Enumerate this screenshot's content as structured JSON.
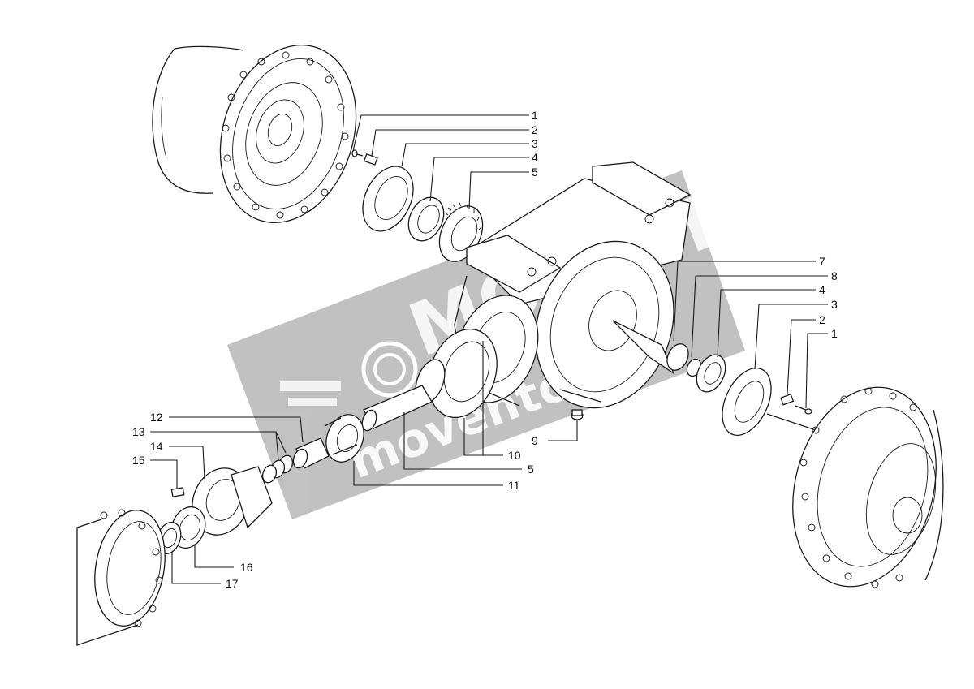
{
  "diagram": {
    "callouts_top_left": [
      "1",
      "2",
      "3",
      "4",
      "5"
    ],
    "callouts_right": [
      "7",
      "8",
      "4",
      "3",
      "2",
      "1"
    ],
    "callouts_center": [
      "9",
      "10",
      "5",
      "11"
    ],
    "callouts_left": [
      "12",
      "13",
      "14",
      "15",
      "16",
      "17"
    ]
  },
  "watermark": {
    "brand_upper": "MOVINT",
    "brand_lower": "movento",
    "band_color": "#8f8f8f",
    "ink_color": "#2a4aa8"
  }
}
